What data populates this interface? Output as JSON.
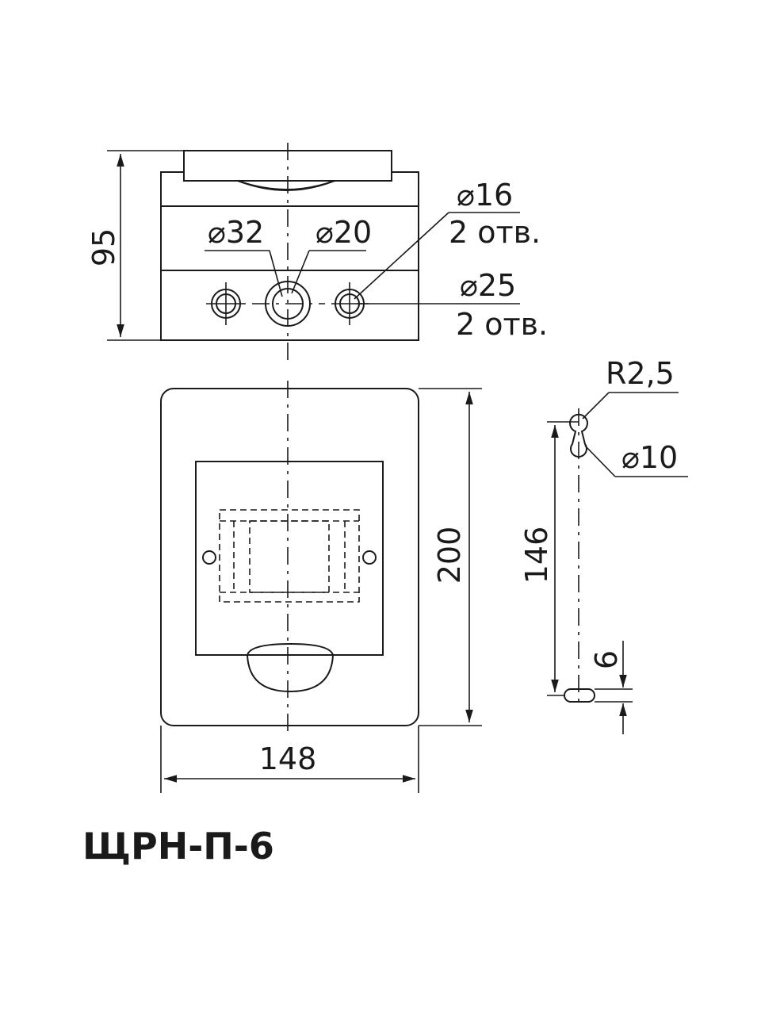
{
  "model": "ЩРН-П-6",
  "dims": {
    "height": "95",
    "hole_small_d": "⌀16",
    "hole_small_count": "2 отв.",
    "hole_large_d": "⌀25",
    "hole_large_count": "2 отв.",
    "hole_center_d": "⌀32",
    "hole_center_inner_d": "⌀20",
    "front_height": "200",
    "front_width": "148",
    "radius": "R2,5",
    "keyhole_d": "⌀10",
    "mount_spacing": "146",
    "slot_width": "6"
  },
  "colors": {
    "ink": "#1a1a1a",
    "paper": "#ffffff"
  }
}
